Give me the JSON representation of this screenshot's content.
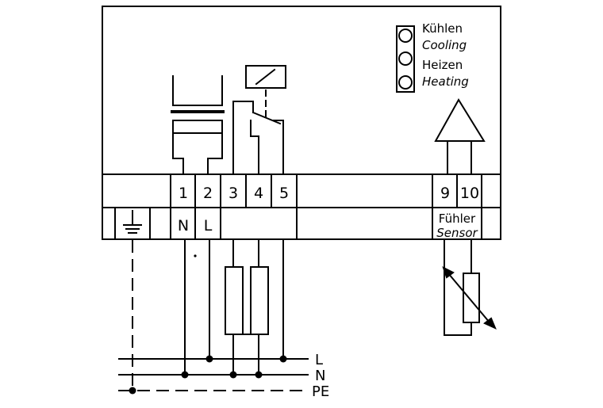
{
  "terminals_top": [
    "1",
    "2",
    "3",
    "4",
    "5"
  ],
  "terminals_sensor": [
    "9",
    "10"
  ],
  "conductor_labels": {
    "n": "N",
    "l": "L"
  },
  "sensor_label": {
    "de": "Fühler",
    "en": "Sensor"
  },
  "indicators": [
    {
      "de": "Kühlen",
      "en": "Cooling"
    },
    {
      "de": "Heizen",
      "en": "Heating"
    }
  ],
  "mains_lines": {
    "l": "L",
    "n": "N",
    "pe": "PE"
  }
}
